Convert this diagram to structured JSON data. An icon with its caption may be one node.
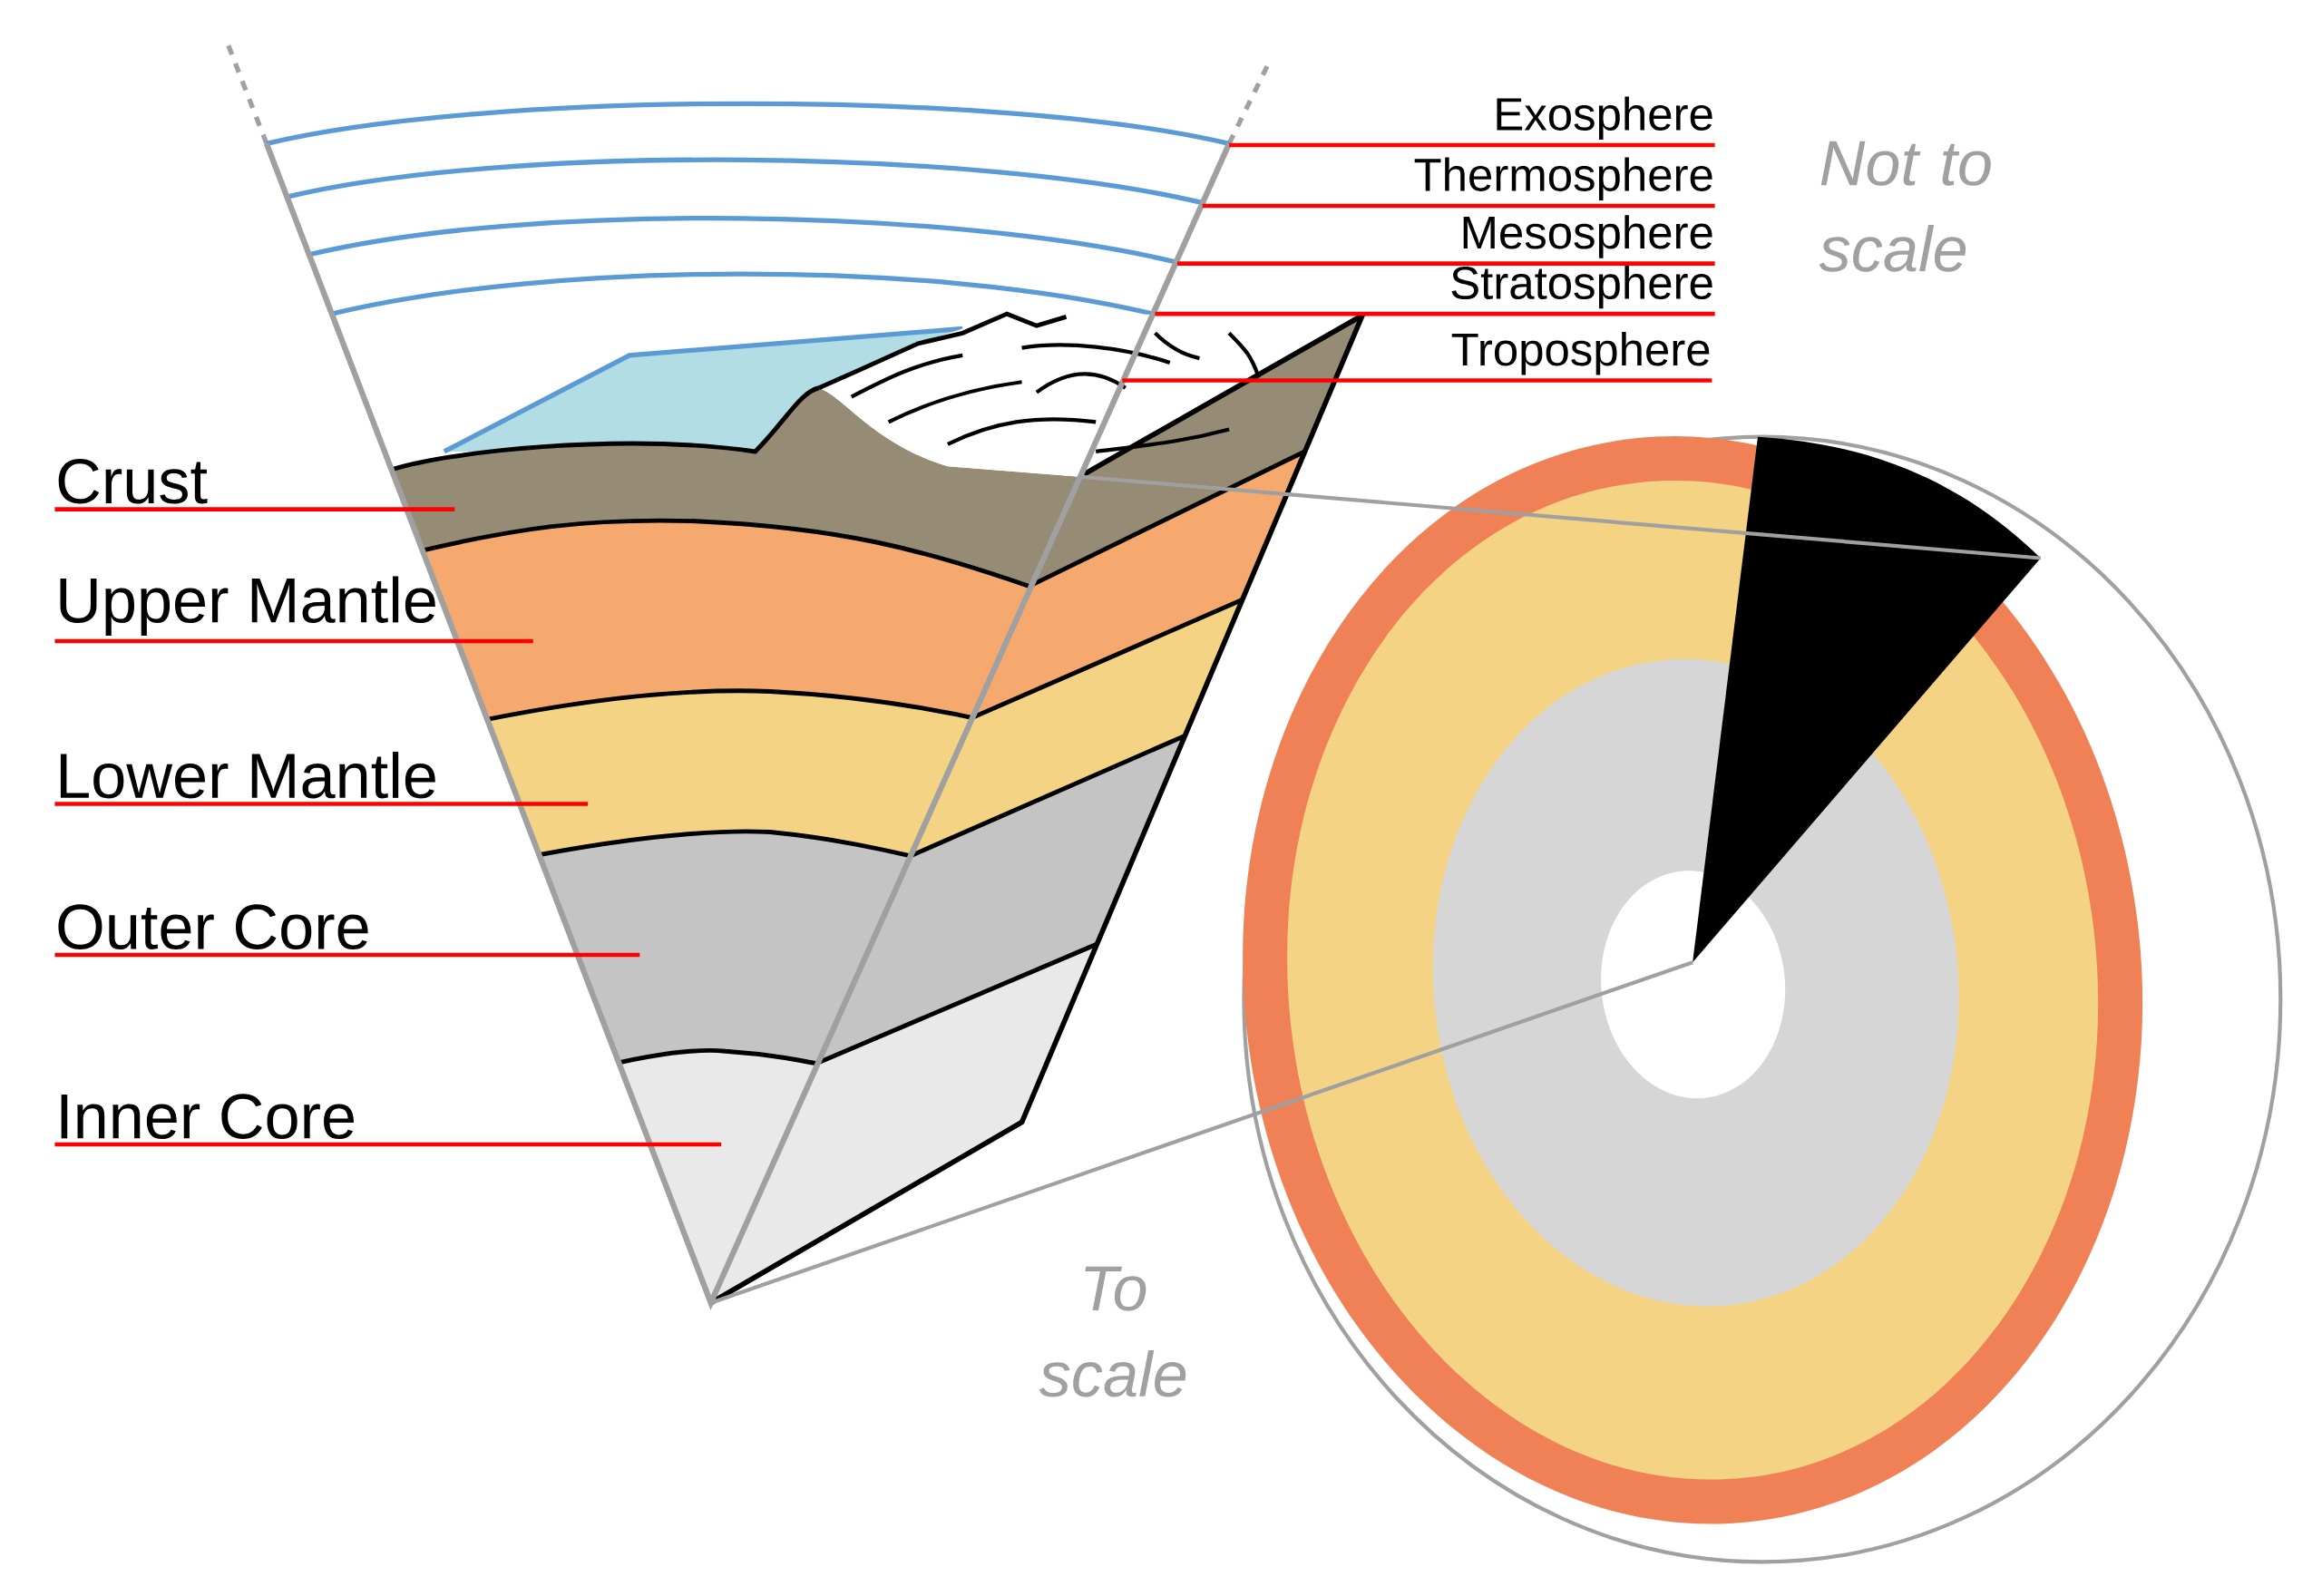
{
  "diagram": {
    "nodes": [
      {
        "text": [
          "Exosphere"
        ]
      },
      {
        "text": [
          "Thermosphere"
        ]
      },
      {
        "text": [
          "Mesosphere"
        ]
      },
      {
        "text": [
          "Stratosphere"
        ]
      },
      {
        "text": [
          "Troposphere"
        ]
      },
      {
        "text": [
          "Crust"
        ]
      },
      {
        "text": [
          "Upper Mantle"
        ]
      },
      {
        "text": [
          "Lower Mantle"
        ]
      },
      {
        "text": [
          "Outer Core"
        ]
      },
      {
        "text": [
          "Inner Core"
        ]
      }
    ],
    "edges": [
      {
        "from": 0,
        "to": null,
        "arrow": "none"
      },
      {
        "from": 1,
        "to": null,
        "arrow": "none"
      },
      {
        "from": 2,
        "to": null,
        "arrow": "none"
      },
      {
        "from": 3,
        "to": null,
        "arrow": "none"
      },
      {
        "from": 4,
        "to": null,
        "arrow": "none"
      },
      {
        "from": 5,
        "to": null,
        "arrow": "none"
      },
      {
        "from": 6,
        "to": null,
        "arrow": "none"
      },
      {
        "from": 7,
        "to": null,
        "arrow": "none"
      },
      {
        "from": 8,
        "to": null,
        "arrow": "none"
      },
      {
        "from": 9,
        "to": null,
        "arrow": "none"
      }
    ],
    "labels": [
      "Not to scale",
      "To scale"
    ]
  }
}
